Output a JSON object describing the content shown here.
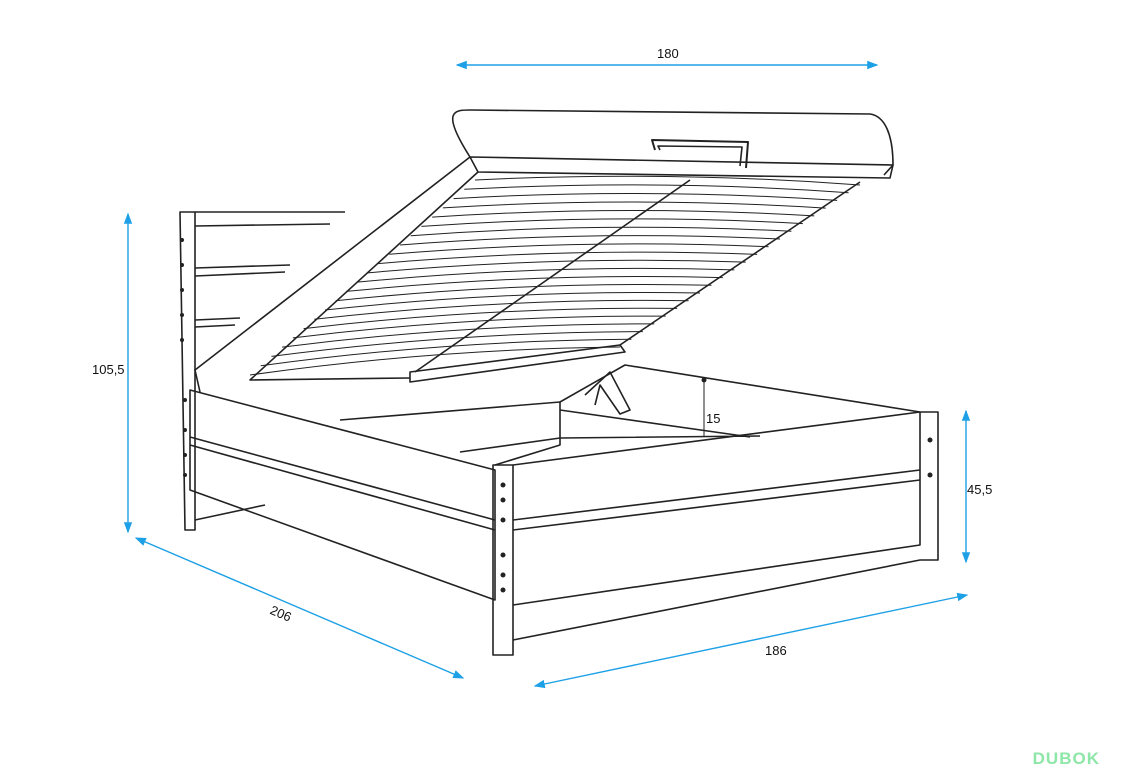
{
  "title": "Bed with lift-up storage - dimensions",
  "dimensions": {
    "inner_width": "180",
    "total_height": "105,5",
    "length": "206",
    "width": "186",
    "side_height": "45,5",
    "storage_depth": "15"
  },
  "logo": "DUBOK",
  "colors": {
    "dimension_line": "#1ea0e6",
    "drawing": "#222222",
    "logo": "#8ee6a8"
  }
}
